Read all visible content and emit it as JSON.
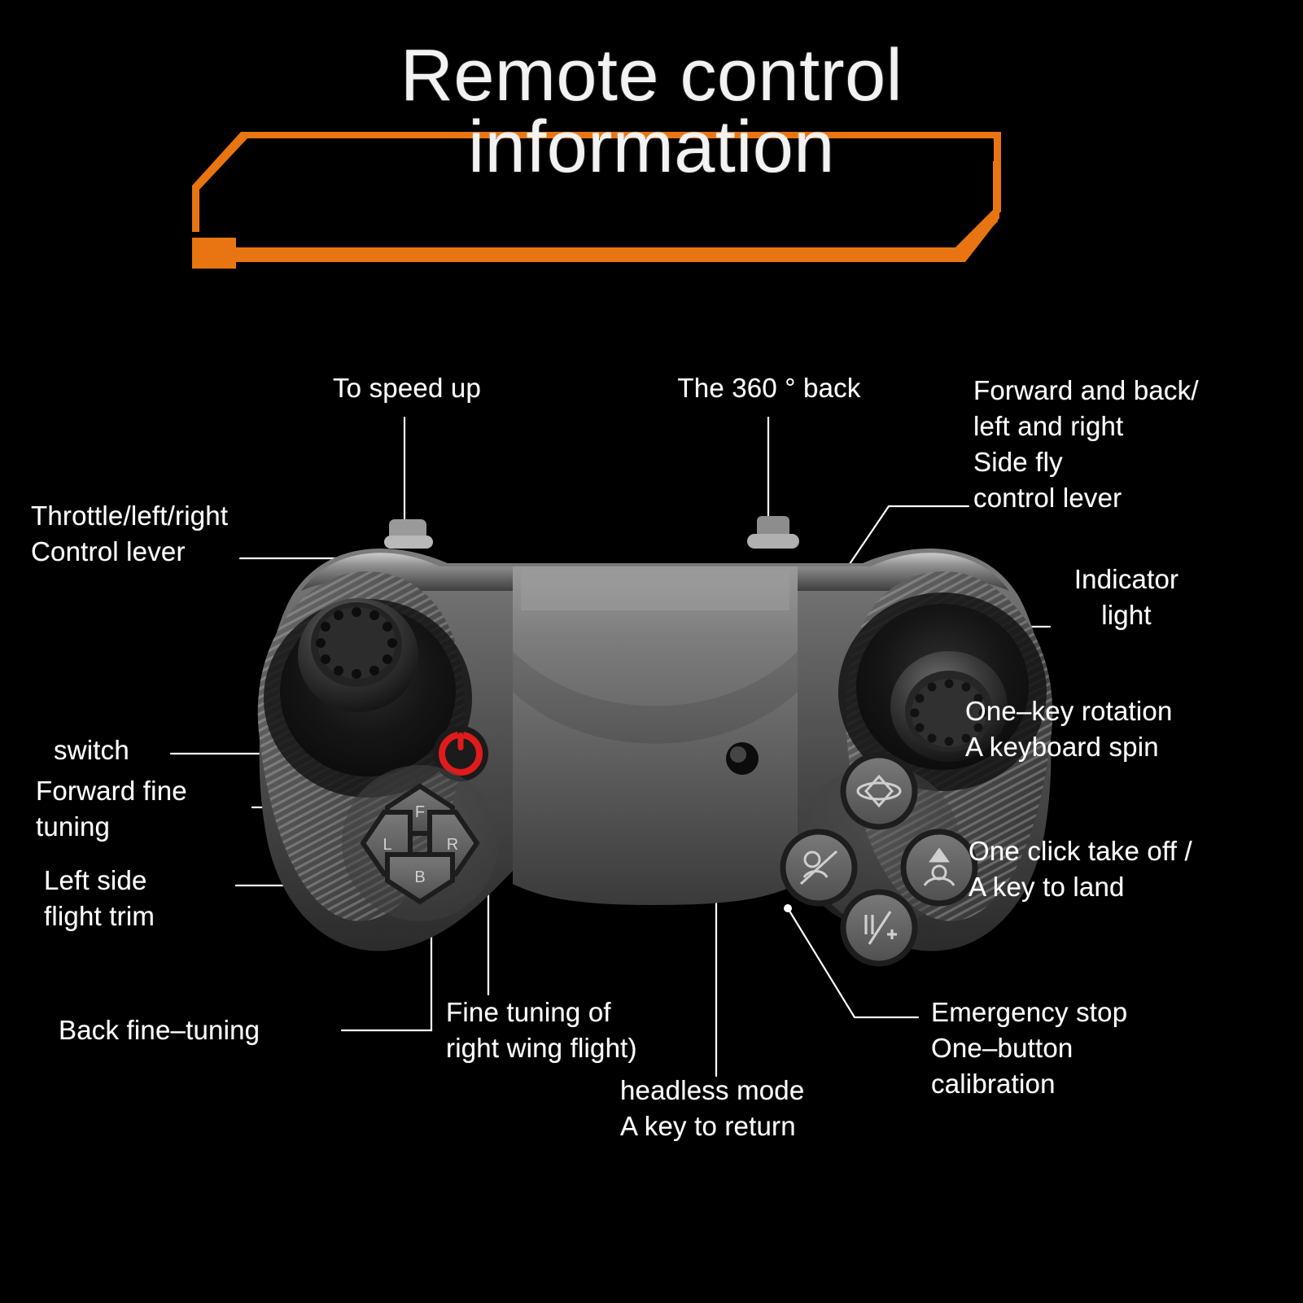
{
  "page": {
    "background": "#000000",
    "accent_orange": "#E87511",
    "text_color": "#FFFFFF",
    "power_led_color": "#E01B1B"
  },
  "header": {
    "title_line_1": "Remote control",
    "title_line_2": "information",
    "banner_icon": "angled-frame-banner"
  },
  "callouts": {
    "to_speed_up": "To speed up",
    "the_360_back": "The 360 ° back",
    "throttle_control_lever": "Throttle/left/right\nControl lever",
    "forward_back_side_fly": "Forward and back/\nleft and right\nSide fly\ncontrol lever",
    "indicator_light": "Indicator\nlight",
    "switch": "switch",
    "forward_fine_tuning": "Forward fine\ntuning",
    "left_side_flight_trim": "Left side\nflight trim",
    "one_key_rotation": "One–key rotation\nA keyboard spin",
    "one_click_take_off": "One click take off /\nA key to land",
    "back_fine_tuning": "Back fine–tuning",
    "fine_tuning_right_wing": "Fine tuning of\nright wing flight)",
    "headless_mode": "headless mode\nA key to return",
    "emergency_stop": "Emergency stop\nOne–button\ncalibration"
  },
  "controller": {
    "name": "drone-remote-controller",
    "buttons": {
      "power": {
        "label": "⏻",
        "icon": "power-icon",
        "color": "#E01B1B"
      },
      "dpad_forward": {
        "label": "F",
        "icon": "dpad-forward-icon"
      },
      "dpad_left": {
        "label": "L",
        "icon": "dpad-left-icon"
      },
      "dpad_right": {
        "label": "R",
        "icon": "dpad-right-icon"
      },
      "dpad_back": {
        "label": "B",
        "icon": "dpad-back-icon"
      },
      "rotation": {
        "label": "",
        "icon": "one-key-rotation-icon"
      },
      "headless": {
        "label": "",
        "icon": "headless-mode-icon"
      },
      "takeoff_land": {
        "label": "",
        "icon": "takeoff-land-icon"
      },
      "emergency_stop": {
        "label": "",
        "icon": "emergency-stop-icon"
      }
    },
    "sticks": {
      "left": {
        "icon": "left-joystick"
      },
      "right": {
        "icon": "right-joystick"
      }
    },
    "indicator_light": {
      "icon": "indicator-led"
    },
    "antennas": {
      "left": "left-antenna-nub",
      "right": "right-antenna-nub"
    }
  }
}
